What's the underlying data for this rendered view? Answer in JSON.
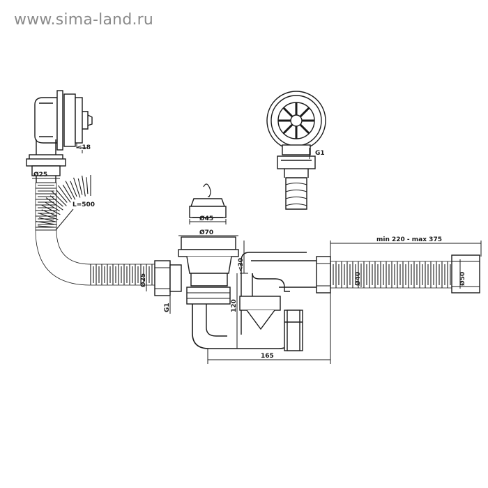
{
  "watermark": "www.sima-land.ru",
  "dimensions": {
    "overflow_offset": "<18",
    "overflow_pipe_dia": "Ø25",
    "hose_length": "L=500",
    "plug_dia": "Ø45",
    "drain_flange_dia": "Ø70",
    "drain_height": "<30",
    "trap_height": "120",
    "inlet_dia": "Ø25",
    "inlet_thread": "G1",
    "trap_width": "165",
    "outlet_length": "min 220 - max 375",
    "outlet_dia_small": "Ø40",
    "outlet_dia_large": "Ø50",
    "top_thread": "G1"
  }
}
